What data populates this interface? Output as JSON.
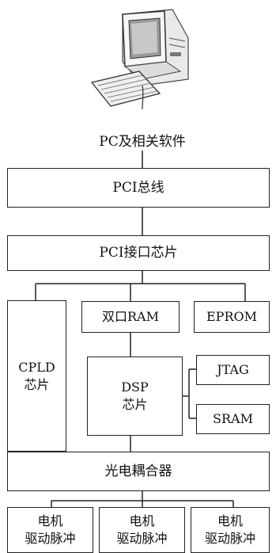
{
  "computer": {
    "icon": "desktop-computer-icon",
    "caption": "PC及相关软件"
  },
  "blocks": {
    "pci_bus": "PCI总线",
    "pci_chip": "PCI接口芯片",
    "cpld": "CPLD\n芯片",
    "dual_ram": "双口RAM",
    "eprom": "EPROM",
    "dsp": "DSP\n芯片",
    "jtag": "JTAG",
    "sram": "SRAM",
    "optocoupler": "光电耦合器",
    "motors": [
      "电机\n驱动脉冲",
      "电机\n驱动脉冲",
      "电机\n驱动脉冲"
    ]
  }
}
